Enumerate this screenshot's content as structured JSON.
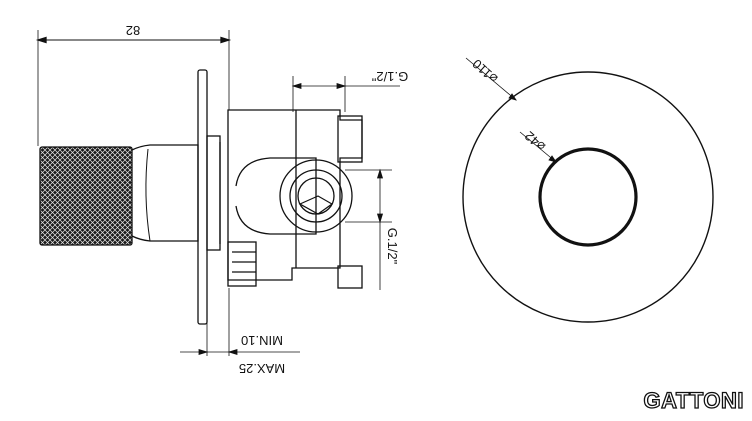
{
  "side_view": {
    "overall_depth": "82",
    "thread_top": "G.1/2\"",
    "thread_side": "G.1/2\"",
    "wall_min": "MIN.10",
    "wall_max": "MAX.25"
  },
  "front_view": {
    "plate_diameter": "110",
    "knob_diameter": "42",
    "diameter_symbol": "⌀"
  },
  "brand": {
    "logo_text": "GATTONI"
  },
  "colors": {
    "line": "#111111",
    "knurl": "#1a1a1a",
    "background": "#ffffff"
  }
}
